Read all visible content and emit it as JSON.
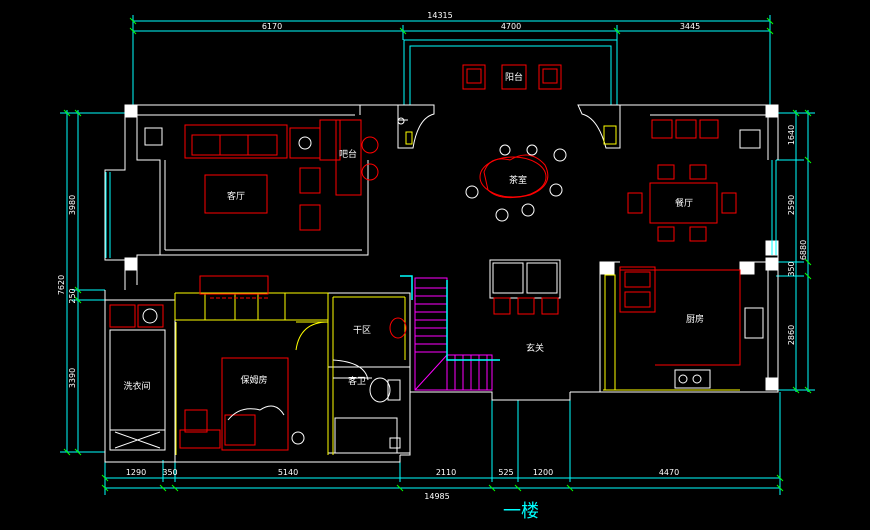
{
  "colors": {
    "background": "#000000",
    "wall": "#ffffff",
    "dimension": "#00ffff",
    "furniture": "#ff0000",
    "fixture": "#ffff00",
    "stair": "#ff00ff",
    "glass": "#00ffff"
  },
  "title": "一楼",
  "rooms": {
    "balcony": "阳台",
    "living": "客厅",
    "bar": "吧台",
    "tea": "茶室",
    "dining": "餐厅",
    "kitchen": "厨房",
    "laundry": "洗衣间",
    "nanny": "保姆房",
    "dry": "干区",
    "toilet": "客卫",
    "foyer": "玄关"
  },
  "dimensions": {
    "top_total": "14315",
    "top_1": "6170",
    "top_2": "4700",
    "top_3": "3445",
    "bottom_total": "14985",
    "bottom_1": "1290",
    "bottom_2": "350",
    "bottom_3": "5140",
    "bottom_4": "2110",
    "bottom_5": "525",
    "bottom_6": "1200",
    "bottom_7": "4470",
    "left_total": "7620",
    "left_1": "3980",
    "left_2": "250",
    "left_3": "3390",
    "right_total": "6880",
    "right_1": "1640",
    "right_2": "2590",
    "right_3": "350",
    "right_4": "2860"
  }
}
